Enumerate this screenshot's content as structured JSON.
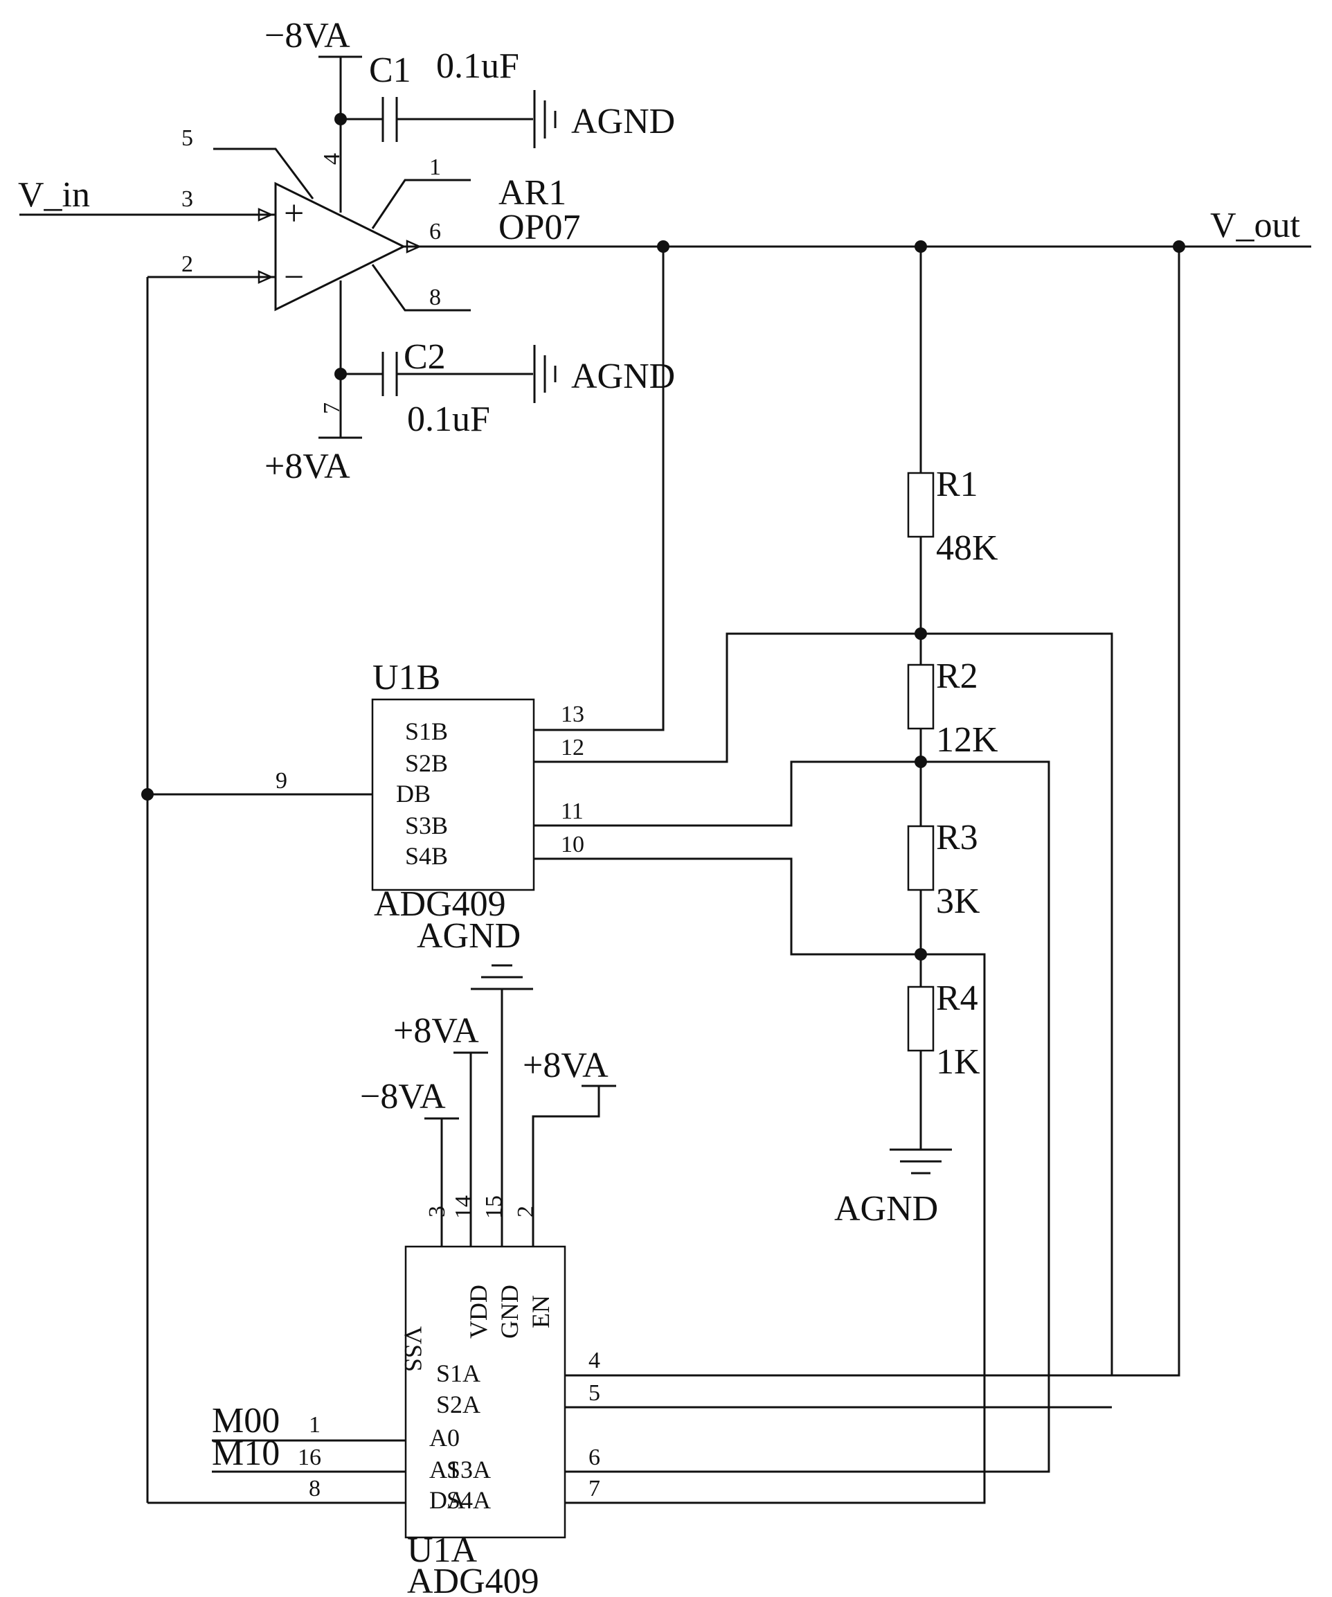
{
  "opamp": {
    "ref": "AR1",
    "part": "OP07",
    "pin_plus": "3",
    "pin_minus": "2",
    "pin_out": "6",
    "pin_v_neg": "4",
    "pin_v_pos": "7",
    "pin_1": "1",
    "pin_5": "5",
    "pin_8": "8",
    "plus_sign": "+",
    "minus_sign": "−"
  },
  "signals": {
    "v_in": "V_in",
    "v_out": "V_out"
  },
  "rails": {
    "neg": "−8VA",
    "pos": "+8VA",
    "agnd": "AGND"
  },
  "caps": {
    "c1": {
      "ref": "C1",
      "value": "0.1uF"
    },
    "c2": {
      "ref": "C2",
      "value": "0.1uF"
    }
  },
  "resistors": [
    {
      "ref": "R1",
      "value": "48K"
    },
    {
      "ref": "R2",
      "value": "12K"
    },
    {
      "ref": "R3",
      "value": "3K"
    },
    {
      "ref": "R4",
      "value": "1K"
    }
  ],
  "u1b": {
    "ref": "U1B",
    "part": "ADG409",
    "labels": [
      "S1B",
      "S2B",
      "DB",
      "S3B",
      "S4B"
    ],
    "pins": [
      "13",
      "12",
      "9",
      "11",
      "10"
    ]
  },
  "u1a": {
    "ref": "U1A",
    "part": "ADG409",
    "top_labels": [
      "VSS",
      "VDD",
      "GND",
      "EN"
    ],
    "top_pins": [
      "3",
      "14",
      "15",
      "2"
    ],
    "side_labels": [
      "S1A",
      "S2A",
      "A0",
      "A1",
      "S3A",
      "DA",
      "S4A"
    ],
    "left_pins": [
      "1",
      "16",
      "8"
    ],
    "right_pins": [
      "4",
      "5",
      "6",
      "7"
    ],
    "inputs": [
      "M00",
      "M10"
    ]
  }
}
